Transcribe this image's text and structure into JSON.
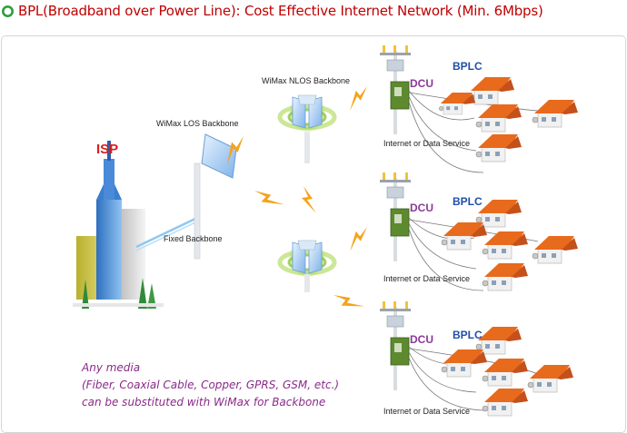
{
  "header": {
    "title": "BPL(Broadband over Power Line): Cost Effective Internet Network (Min. 6Mbps)",
    "bullet_color": "#2e9e3e"
  },
  "diagram": {
    "isp_label": "ISP",
    "fixed_backbone_label": "Fixed Backbone",
    "wimax_los_label": "WiMax LOS Backbone",
    "wimax_nlos_label": "WiMax NLOS Backbone",
    "sites": [
      {
        "dcu_label": "DCU",
        "bplc_label": "BPLC",
        "service_label": "Internet or Data Service"
      },
      {
        "dcu_label": "DCU",
        "bplc_label": "BPLC",
        "service_label": "Internet or Data Service"
      },
      {
        "dcu_label": "DCU",
        "bplc_label": "BPLC",
        "service_label": "Internet or Data Service"
      }
    ],
    "note_lines": [
      "Any media",
      "(Fiber, Coaxial Cable,  Copper, GPRS, GSM, etc.)",
      "can be substituted with WiMax for Backbone"
    ]
  }
}
